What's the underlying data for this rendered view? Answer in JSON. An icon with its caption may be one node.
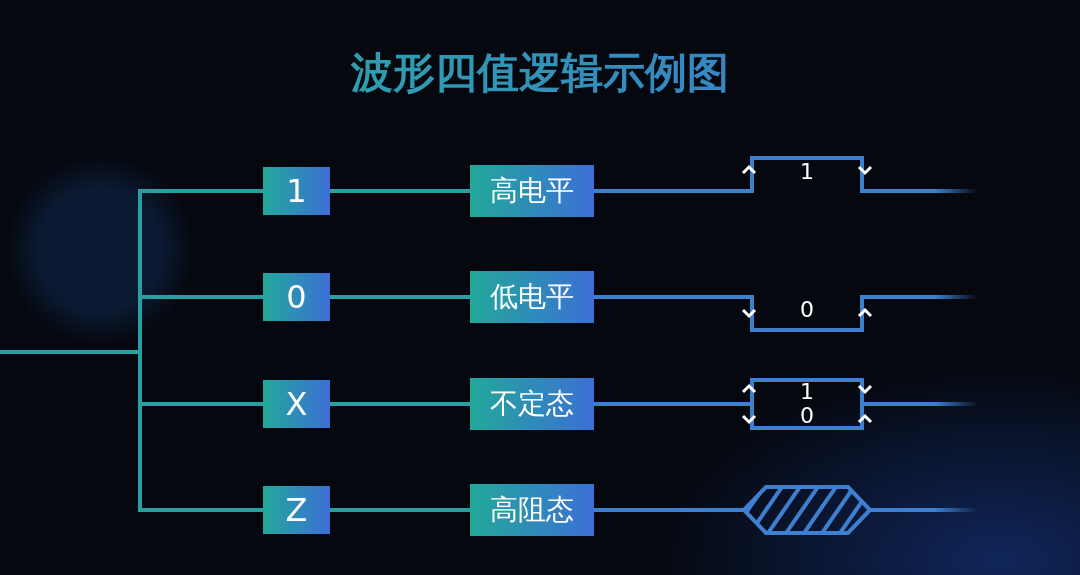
{
  "diagram": {
    "title": "波形四值逻辑示例图",
    "nodes": [
      {
        "text": [
          "1"
        ]
      },
      {
        "text": [
          "高电平"
        ]
      },
      {
        "text": [
          "0"
        ]
      },
      {
        "text": [
          "低电平"
        ]
      },
      {
        "text": [
          "X"
        ]
      },
      {
        "text": [
          "不定态"
        ]
      },
      {
        "text": [
          "Z"
        ]
      },
      {
        "text": [
          "高阻态"
        ]
      },
      {
        "text": [
          "1"
        ]
      },
      {
        "text": [
          "0"
        ]
      },
      {
        "text": [
          "1",
          "0"
        ]
      },
      {
        "text": [],
        "shape": "hexagon"
      }
    ],
    "edges": [
      {
        "from": null,
        "to": 0,
        "arrow": "none"
      },
      {
        "from": null,
        "to": 2,
        "arrow": "none"
      },
      {
        "from": null,
        "to": 4,
        "arrow": "none"
      },
      {
        "from": null,
        "to": 6,
        "arrow": "none"
      },
      {
        "from": 0,
        "to": 1,
        "arrow": "none"
      },
      {
        "from": 2,
        "to": 3,
        "arrow": "none"
      },
      {
        "from": 4,
        "to": 5,
        "arrow": "none"
      },
      {
        "from": 6,
        "to": 7,
        "arrow": "none"
      },
      {
        "from": 1,
        "to": 8,
        "arrow": "none",
        "color": "#3f7fd0"
      },
      {
        "from": 3,
        "to": 9,
        "arrow": "none",
        "color": "#3f7fd0"
      },
      {
        "from": 5,
        "to": 10,
        "arrow": "none",
        "color": "#3f7fd0"
      },
      {
        "from": 7,
        "to": 11,
        "arrow": "none",
        "color": "#3f7fd0"
      }
    ]
  }
}
